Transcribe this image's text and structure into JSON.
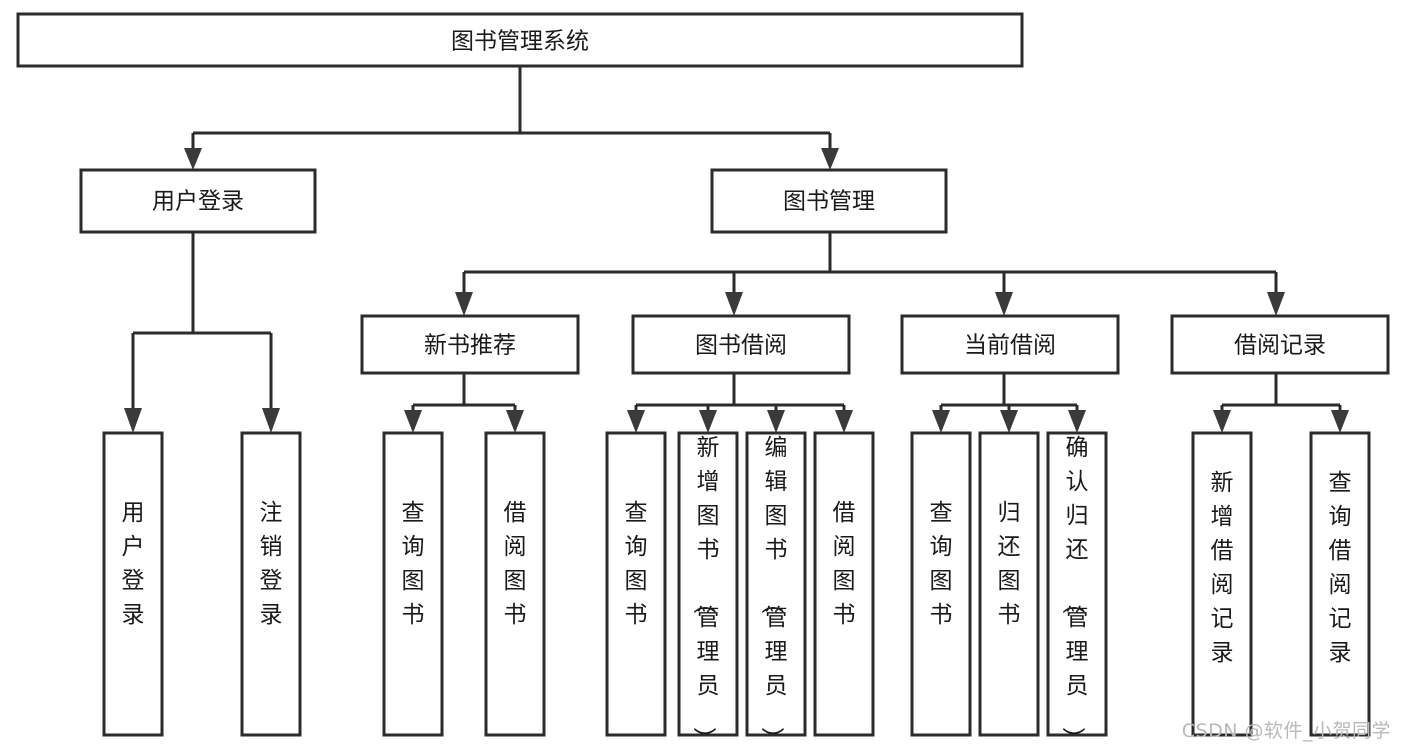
{
  "diagram": {
    "title": "图书管理系统",
    "type": "tree",
    "watermark": "CSDN @软件_小贺同学",
    "colors": {
      "box_stroke": "#2b2b2b",
      "box_fill": "#ffffff",
      "line": "#2b2b2b",
      "arrow": "#3a3a3a",
      "text": "#1a1a1a",
      "watermark": "#b9b9b9",
      "background": "#ffffff"
    },
    "levels": {
      "root": {
        "label": "图书管理系统",
        "orientation": "horizontal"
      },
      "level2": [
        {
          "id": "user-login",
          "label": "用户登录",
          "orientation": "horizontal"
        },
        {
          "id": "book-management",
          "label": "图书管理",
          "orientation": "horizontal"
        }
      ],
      "level3": [
        {
          "id": "new-book-recommend",
          "label": "新书推荐",
          "orientation": "horizontal",
          "parent": "book-management"
        },
        {
          "id": "book-borrow",
          "label": "图书借阅",
          "orientation": "horizontal",
          "parent": "book-management"
        },
        {
          "id": "current-borrow",
          "label": "当前借阅",
          "orientation": "horizontal",
          "parent": "book-management"
        },
        {
          "id": "borrow-record",
          "label": "借阅记录",
          "orientation": "horizontal",
          "parent": "book-management"
        }
      ],
      "leaves": [
        {
          "id": "leaf-user-login",
          "label": "用户登录",
          "orientation": "vertical",
          "parent": "user-login"
        },
        {
          "id": "leaf-logout-login",
          "label": "注销登录",
          "orientation": "vertical",
          "parent": "user-login"
        },
        {
          "id": "leaf-query-book-1",
          "label": "查询图书",
          "orientation": "vertical",
          "parent": "new-book-recommend"
        },
        {
          "id": "leaf-borrow-book-1",
          "label": "借阅图书",
          "orientation": "vertical",
          "parent": "new-book-recommend"
        },
        {
          "id": "leaf-query-book-2",
          "label": "查询图书",
          "orientation": "vertical",
          "parent": "book-borrow"
        },
        {
          "id": "leaf-add-book",
          "label": "新增图书（管理员）",
          "orientation": "vertical",
          "parent": "book-borrow"
        },
        {
          "id": "leaf-edit-book",
          "label": "编辑图书（管理员）",
          "orientation": "vertical",
          "parent": "book-borrow"
        },
        {
          "id": "leaf-borrow-book-2",
          "label": "借阅图书",
          "orientation": "vertical",
          "parent": "book-borrow"
        },
        {
          "id": "leaf-query-book-3",
          "label": "查询图书",
          "orientation": "vertical",
          "parent": "current-borrow"
        },
        {
          "id": "leaf-return-book",
          "label": "归还图书",
          "orientation": "vertical",
          "parent": "current-borrow"
        },
        {
          "id": "leaf-confirm-return",
          "label": "确认归还（管理员）",
          "orientation": "vertical",
          "parent": "current-borrow"
        },
        {
          "id": "leaf-add-record",
          "label": "新增借阅记录",
          "orientation": "vertical",
          "parent": "borrow-record"
        },
        {
          "id": "leaf-query-record",
          "label": "查询借阅记录",
          "orientation": "vertical",
          "parent": "borrow-record"
        }
      ]
    }
  }
}
